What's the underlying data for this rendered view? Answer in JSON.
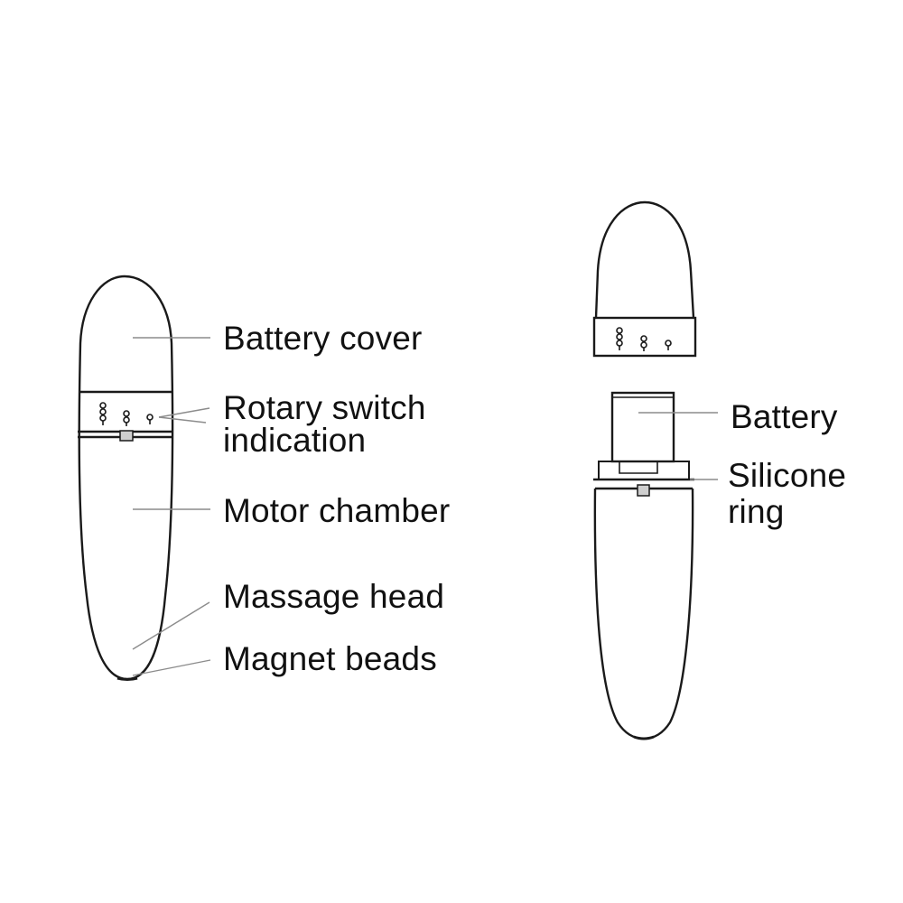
{
  "assembled_device": {
    "labels": {
      "battery_cover": "Battery cover",
      "rotary_switch_line1": "Rotary switch",
      "rotary_switch_line2": "indication",
      "motor_chamber": "Motor chamber",
      "massage_head": "Massage head",
      "magnet_beads": "Magnet beads"
    }
  },
  "exploded_device": {
    "labels": {
      "battery": "Battery",
      "silicone_ring_line1": "Silicone",
      "silicone_ring_line2": "ring"
    }
  },
  "colors": {
    "outline": "#1a1a1a",
    "leader": "#8c8c8c",
    "text": "#111111",
    "background": "#ffffff"
  }
}
